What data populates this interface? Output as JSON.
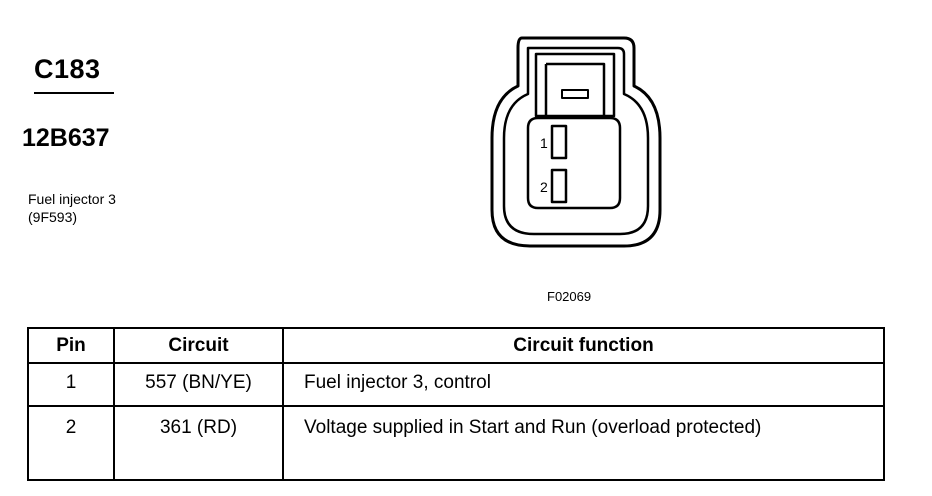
{
  "connector": {
    "id": "C183",
    "part_number": "12B637",
    "component_name": "Fuel injector 3",
    "component_code": "(9F593)"
  },
  "figure": {
    "code": "F02069",
    "pin_labels": [
      "1",
      "2"
    ]
  },
  "table": {
    "headers": {
      "pin": "Pin",
      "circuit": "Circuit",
      "function": "Circuit function"
    },
    "rows": [
      {
        "pin": "1",
        "circuit": "557 (BN/YE)",
        "function": "Fuel injector 3, control"
      },
      {
        "pin": "2",
        "circuit": "361 (RD)",
        "function": "Voltage supplied in Start and Run (overload protected)"
      }
    ]
  }
}
